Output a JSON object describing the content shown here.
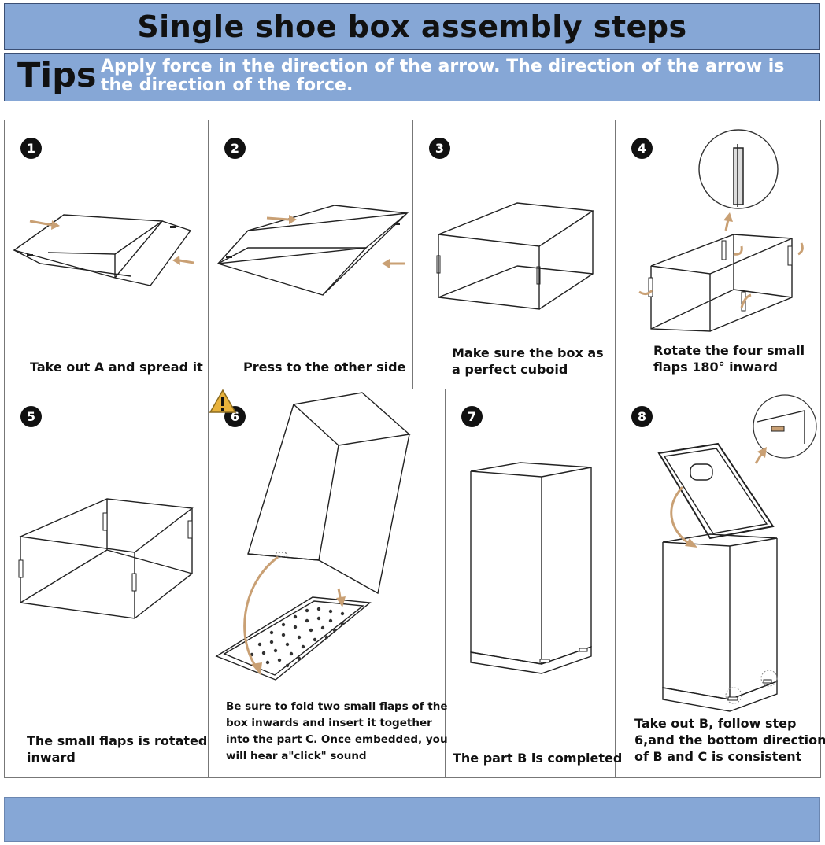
{
  "header": {
    "title": "Single shoe box assembly steps",
    "tips_label": "Tips",
    "tips_text": "Apply force in the direction of the arrow. The direction of the arrow is the direction of the force."
  },
  "steps": [
    {
      "number": "1",
      "caption_lines": [
        "Take out A and spread it"
      ]
    },
    {
      "number": "2",
      "caption_lines": [
        "Press to the other side"
      ]
    },
    {
      "number": "3",
      "caption_lines": [
        "Make sure the box as",
        "a perfect cuboid"
      ]
    },
    {
      "number": "4",
      "caption_lines": [
        "Rotate the four small",
        "flaps 180° inward"
      ]
    },
    {
      "number": "5",
      "caption_lines": [
        "The small flaps is rotated",
        "inward"
      ]
    },
    {
      "number": "6",
      "caption_lines": [
        "Be sure to fold two small flaps of the",
        "box inwards and insert it together",
        "into the part C. Once embedded, you",
        "will hear a\"click\" sound"
      ]
    },
    {
      "number": "7",
      "caption_lines": [
        "The part B is completed"
      ]
    },
    {
      "number": "8",
      "caption_lines": [
        "Take out B, follow step",
        "6,and the bottom direction",
        "of B and C is consistent"
      ]
    }
  ],
  "icons": {
    "warning": "warning-icon",
    "arrow": "arrow-icon"
  },
  "colors": {
    "header_bg": "#86a7d6",
    "tips_text": "#ffffff",
    "arrow": "#c9a074"
  }
}
